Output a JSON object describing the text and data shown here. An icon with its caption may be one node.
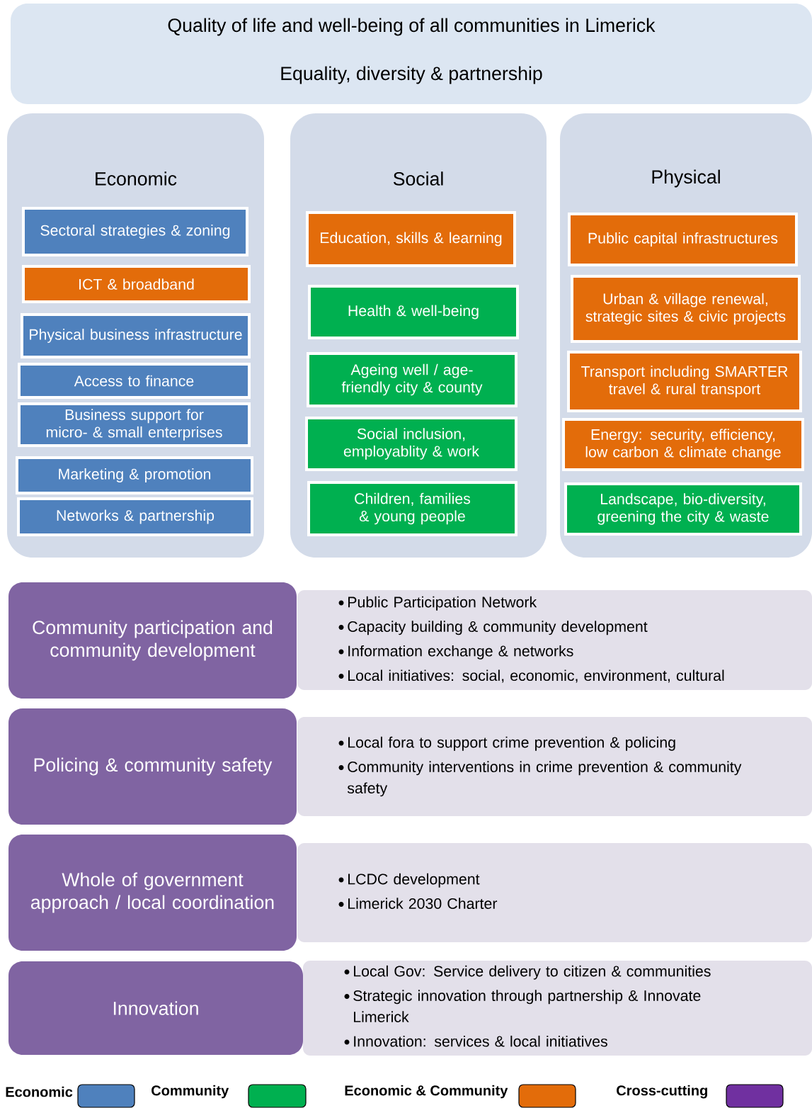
{
  "diagram": {
    "nodes": [
      {
        "text": [
          "Quality of life and well-being of all communities in Limerick",
          "Equality, diversity & partnership"
        ]
      },
      {
        "text": [
          "Economic"
        ]
      },
      {
        "text": [
          "Sectoral strategies & zoning"
        ],
        "in": 1
      },
      {
        "text": [
          "ICT & broadband"
        ],
        "in": 1
      },
      {
        "text": [
          "Physical business infrastructure"
        ],
        "in": 1
      },
      {
        "text": [
          "Access to finance"
        ],
        "in": 1
      },
      {
        "text": [
          "Business support for micro- & small enterprises"
        ],
        "in": 1
      },
      {
        "text": [
          "Marketing & promotion"
        ],
        "in": 1
      },
      {
        "text": [
          "Networks & partnership"
        ],
        "in": 1
      },
      {
        "text": [
          "Social"
        ]
      },
      {
        "text": [
          "Education, skills & learning"
        ],
        "in": 9
      },
      {
        "text": [
          "Health & well-being"
        ],
        "in": 9
      },
      {
        "text": [
          "Ageing well / age-friendly city & county"
        ],
        "in": 9
      },
      {
        "text": [
          "Social inclusion, employablity & work"
        ],
        "in": 9
      },
      {
        "text": [
          "Children, families & young people"
        ],
        "in": 9
      },
      {
        "text": [
          "Physical"
        ]
      },
      {
        "text": [
          "Public capital infrastructures"
        ],
        "in": 15
      },
      {
        "text": [
          "Urban & village renewal, strategic sites & civic projects"
        ],
        "in": 15
      },
      {
        "text": [
          "Transport including SMARTER travel & rural transport"
        ],
        "in": 15
      },
      {
        "text": [
          "Energy: security, efficiency, low carbon & climate change"
        ],
        "in": 15
      },
      {
        "text": [
          "Landscape, bio-diversity, greening the city & waste"
        ],
        "in": 15
      },
      {
        "text": [
          "Community participation and community development"
        ]
      },
      {
        "text": [
          "Public Participation Network",
          "Capacity building & community development",
          "Information exchange & networks",
          "Local initiatives: social, economic, environment, cultural"
        ]
      },
      {
        "text": [
          "Policing & community safety"
        ]
      },
      {
        "text": [
          "Local fora to support crime prevention & policing",
          "Community interventions in crime prevention & community safety"
        ]
      },
      {
        "text": [
          "Whole of government approach / local coordination"
        ]
      },
      {
        "text": [
          "LCDC development",
          "Limerick 2030 Charter"
        ]
      },
      {
        "text": [
          "Innovation"
        ]
      },
      {
        "text": [
          "Local Gov: Service delivery to citizen & communities",
          "Strategic innovation through partnership & Innovate Limerick",
          "Innovation: services  & local initiatives"
        ]
      }
    ],
    "legend": [
      {
        "text": "Economic",
        "color": "#4f81bd"
      },
      {
        "text": "Community",
        "color": "#00b050"
      },
      {
        "text": "Economic & Community",
        "color": "#e36c0a"
      },
      {
        "text": "Cross-cutting",
        "color": "#7030a0"
      }
    ]
  }
}
